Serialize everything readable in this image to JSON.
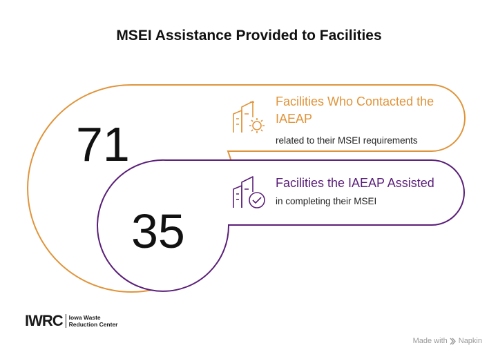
{
  "title": "MSEI Assistance Provided to Facilities",
  "colors": {
    "orange": "#E0943A",
    "purple": "#5A1E78",
    "text": "#111111"
  },
  "items": [
    {
      "number": "71",
      "heading": "Facilities Who Contacted the IAEAP",
      "subtext": "related to their MSEI requirements",
      "icon": "building-gear-icon"
    },
    {
      "number": "35",
      "heading": "Facilities the IAEAP Assisted",
      "subtext": "in completing their MSEI",
      "icon": "building-check-icon"
    }
  ],
  "logo": {
    "mark": "IWRC",
    "name_line1": "Iowa Waste",
    "name_line2": "Reduction Center"
  },
  "credit": {
    "made_with": "Made with",
    "brand": "Napkin"
  }
}
